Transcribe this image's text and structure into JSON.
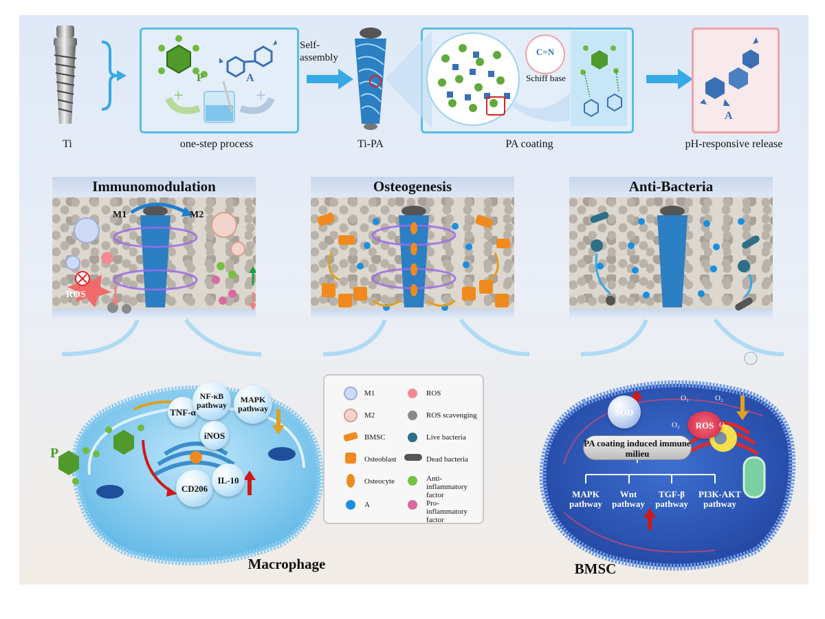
{
  "top_row": {
    "ti_label": "Ti",
    "process_label": "one-step process",
    "p_letter": "P",
    "a_letter": "A",
    "plus1": "+",
    "plus2": "+",
    "self_assembly": "Self-\nassembly",
    "tipa_label": "Ti-PA",
    "schiff_formula": "C=N",
    "schiff_label": "Schiff base",
    "coating_label": "PA coating",
    "release_a_letter": "A",
    "release_label": "pH-responsive release"
  },
  "panels": {
    "immuno_title": "Immunomodulation",
    "m1": "M1",
    "m2": "M2",
    "ros": "ROS",
    "osteo_title": "Osteogenesis",
    "antibac_title": "Anti-Bacteria"
  },
  "macrophage": {
    "tnf": "TNF-α",
    "nfkb": "NF-κB pathway",
    "inos": "iNOS",
    "mapk": "MAPK pathway",
    "cd206": "CD206",
    "il10": "IL-10",
    "p_letter": "P",
    "caption": "Macrophage"
  },
  "legend": {
    "items": [
      "M1",
      "ROS",
      "M2",
      "ROS scavenging",
      "BMSC",
      "Live bacteria",
      "Osteoblast",
      "Dead bacteria",
      "Osteocyte",
      "Anti-inflammatory factor",
      "A",
      "Pro-inflammatory factor"
    ]
  },
  "bmsc": {
    "sod": "SOD",
    "o2": "O₂",
    "ros": "ROS",
    "milieu": "PA coating induced immune milieu",
    "pathways": [
      "MAPK pathway",
      "Wnt pathway",
      "TGF-β pathway",
      "PI3K-AKT pathway"
    ],
    "caption": "BMSC"
  },
  "colors": {
    "frame_blue": "#56bde8",
    "frame_pink": "#f0a0a8",
    "arrow_blue": "#36a9e6",
    "p_green": "#5f9e2f",
    "a_blue": "#3a6fb5",
    "up_red": "#e02020",
    "up_green": "#20a040"
  }
}
